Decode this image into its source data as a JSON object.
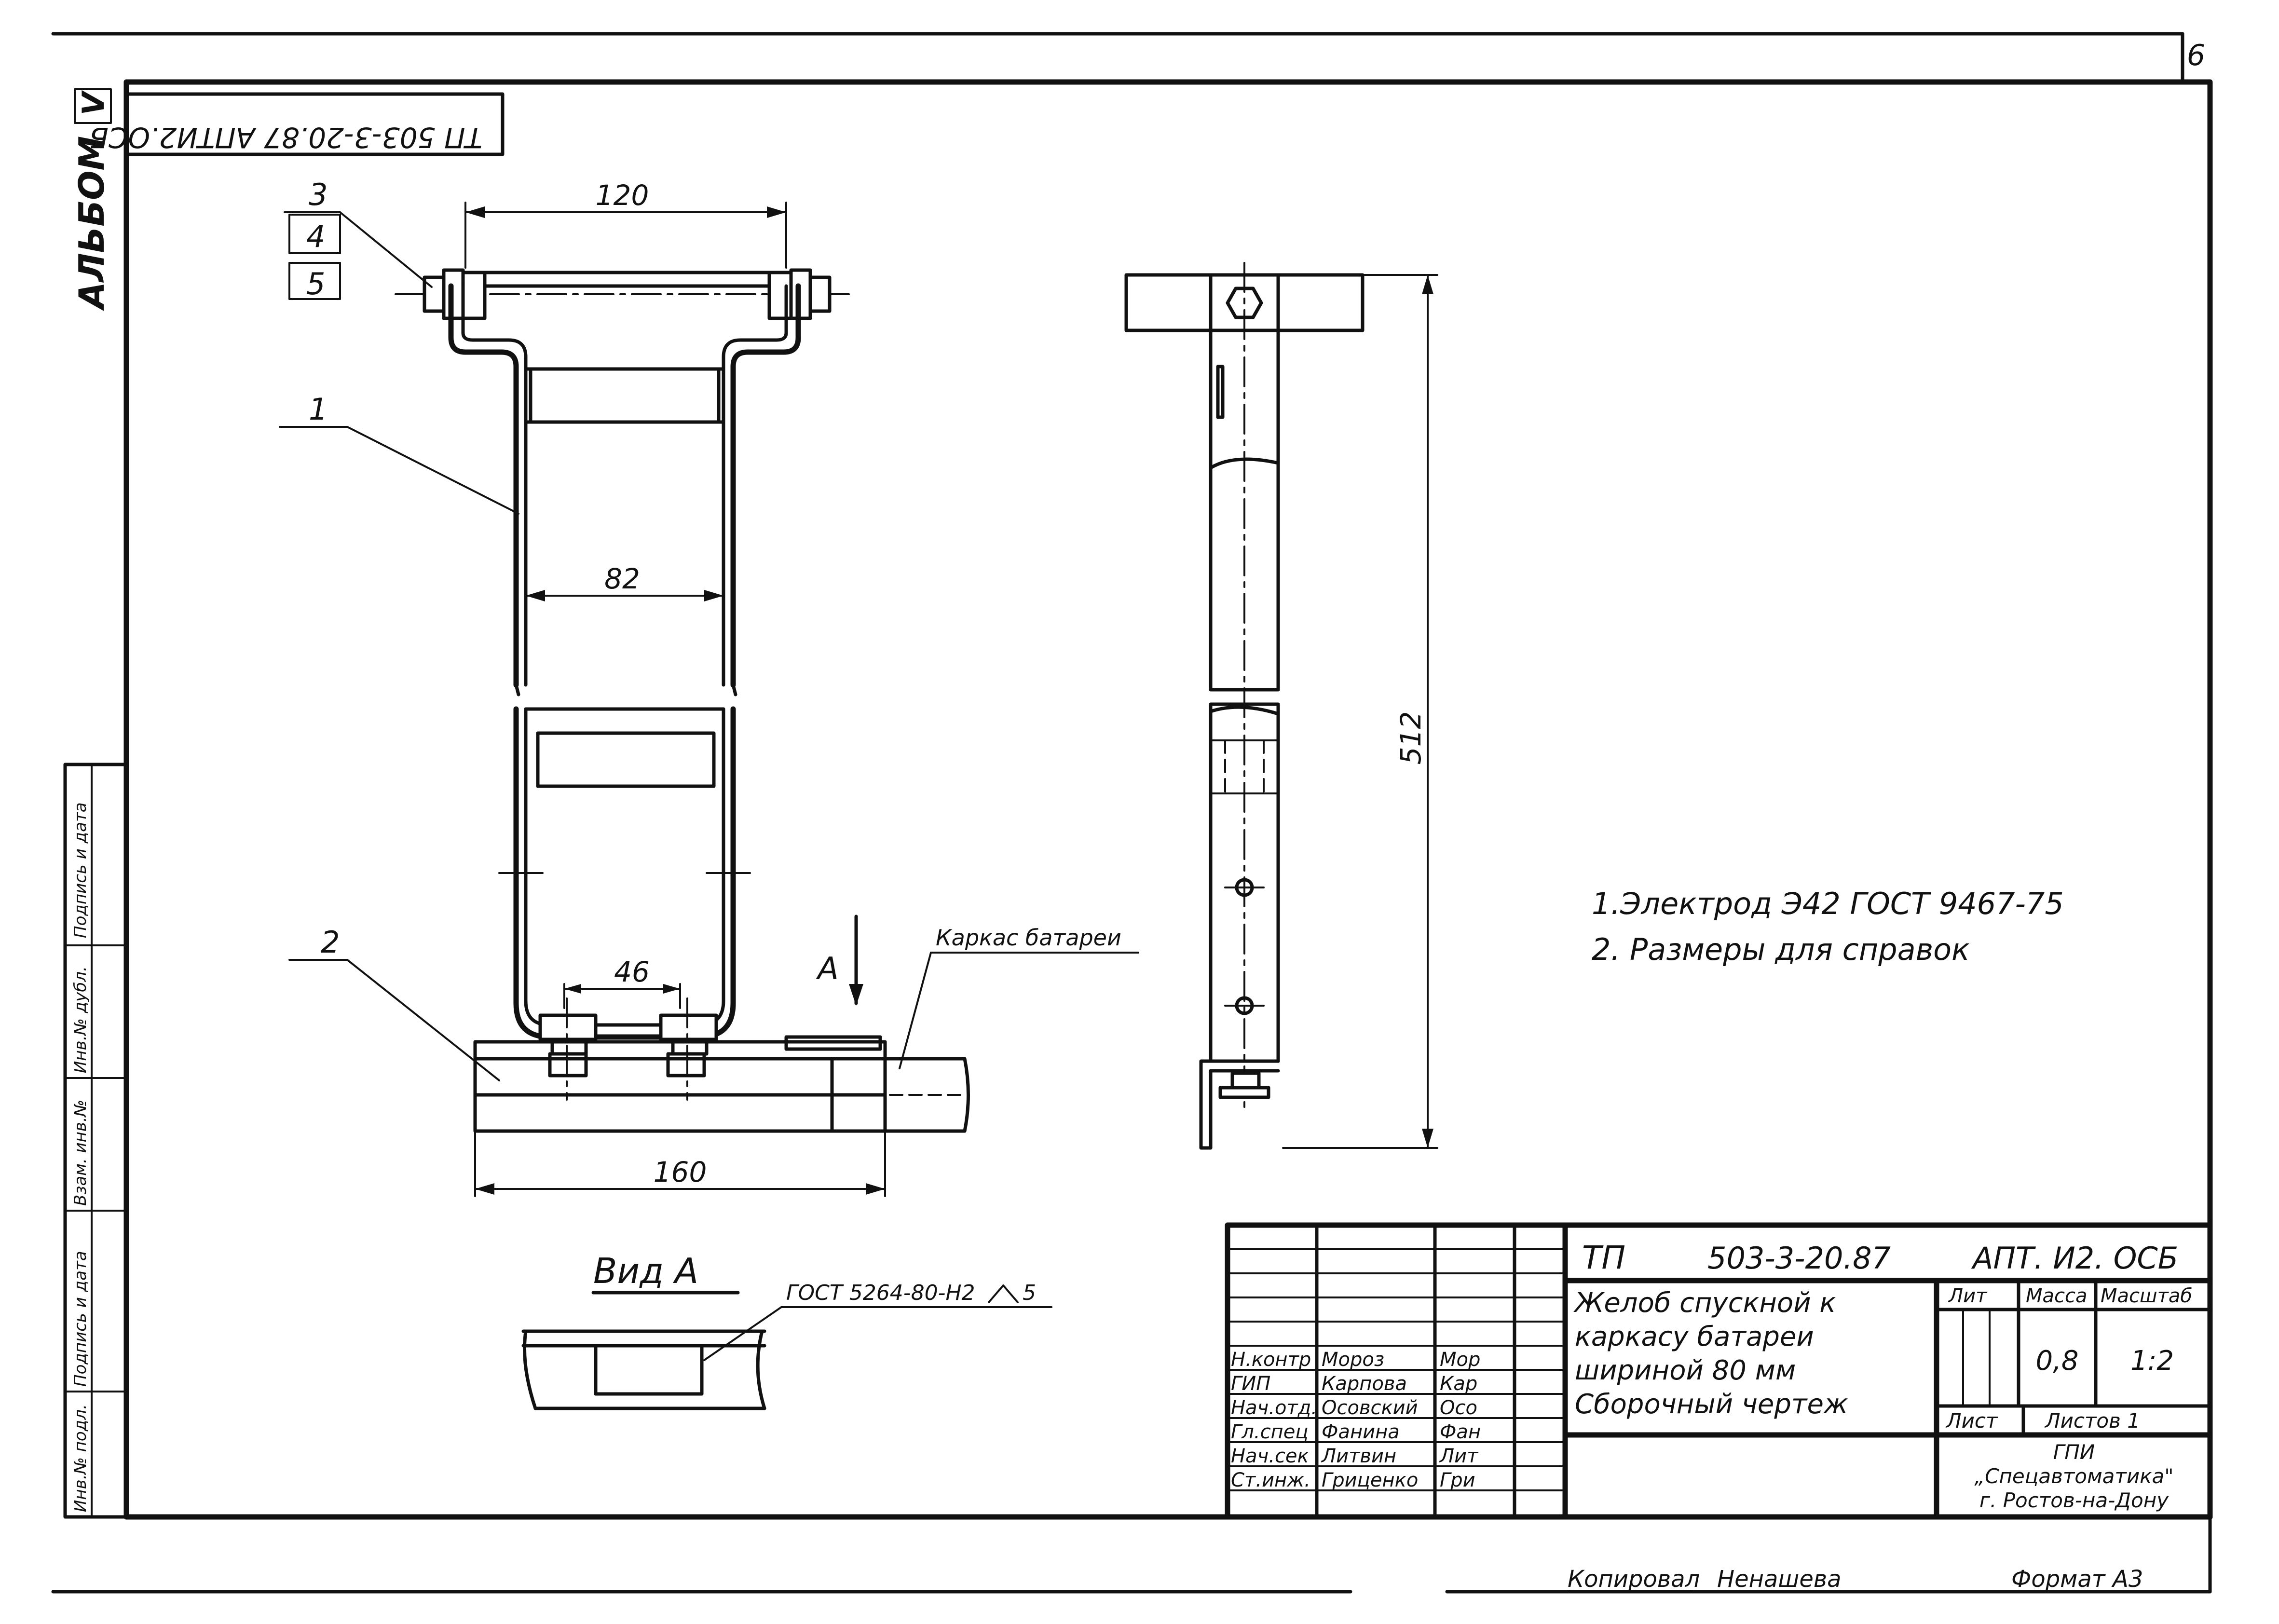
{
  "sheet": {
    "number": "6",
    "album": "АЛЬБОМ",
    "album_roman": "V",
    "rotated_code": "ТП 503-3-20.87 АПТИ2.ОСБ"
  },
  "callouts": {
    "c1": "1",
    "c2": "2",
    "c3": "3",
    "c4": "4",
    "c5": "5"
  },
  "dimensions": {
    "d120": "120",
    "d82": "82",
    "d46": "46",
    "d160": "160",
    "d512": "512"
  },
  "labels": {
    "view_arrow": "А",
    "frame_label": "Каркас батареи",
    "view_title": "Вид А",
    "weld_note": "ГОСТ 5264-80-Н2",
    "weld_size": "5"
  },
  "notes": [
    "1.Электрод Э42 ГОСТ 9467-75",
    "2. Размеры для справок"
  ],
  "side_stamp": [
    "Подпись и дата",
    "Инв.№ дубл.",
    "Взам. инв.№",
    "Подпись и дата",
    "Инв.№ подл."
  ],
  "title_block": {
    "tp": "ТП",
    "project": "503-3-20.87",
    "code": "АПТ. И2. ОСБ",
    "name_lines": [
      "Желоб спускной к",
      "каркасу батареи",
      "шириной 80 мм",
      "Сборочный чертеж"
    ],
    "lit_label": "Лит",
    "mass_label": "Масса",
    "scale_label": "Масштаб",
    "mass": "0,8",
    "scale": "1:2",
    "sheet_label": "Лист",
    "sheets_label": "Листов 1",
    "org_lines": [
      "ГПИ",
      "„Спецавтоматика\"",
      "г. Ростов-на-Дону"
    ],
    "staff": [
      {
        "role": "Н.контр",
        "name": "Мороз",
        "sign": "Мор"
      },
      {
        "role": "ГИП",
        "name": "Карпова",
        "sign": "Кар"
      },
      {
        "role": "Нач.отд.",
        "name": "Осовский",
        "sign": "Осо"
      },
      {
        "role": "Гл.спец",
        "name": "Фанина",
        "sign": "Фан"
      },
      {
        "role": "Нач.сек",
        "name": "Литвин",
        "sign": "Лит"
      },
      {
        "role": "Ст.инж.",
        "name": "Гриценко",
        "sign": "Гри"
      }
    ]
  },
  "footer": {
    "copied": "Копировал",
    "copier": "Ненашева",
    "format": "Формат А3"
  }
}
